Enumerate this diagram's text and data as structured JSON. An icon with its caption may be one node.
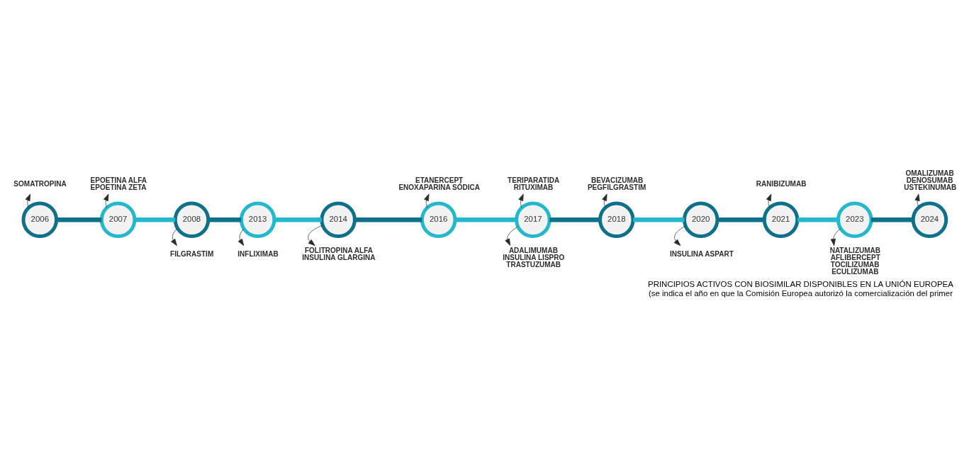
{
  "diagram": {
    "title": "PRINCIPIOS ACTIVOS CON BIOSIMILAR DISPONIBLES EN LA UNIÓN EUROPEA",
    "caption": "(se indica el año en que la Comisión Europea autorizó la comercialización del primer",
    "nodes": [
      {
        "text": [
          "2006"
        ]
      },
      {
        "text": [
          "SOMATROPINA"
        ]
      },
      {
        "text": [
          "2007"
        ]
      },
      {
        "text": [
          "EPOETINA ALFA",
          "EPOETINA ZETA"
        ]
      },
      {
        "text": [
          "2008"
        ]
      },
      {
        "text": [
          "FILGRASTIM"
        ]
      },
      {
        "text": [
          "2013"
        ]
      },
      {
        "text": [
          "INFLIXIMAB"
        ]
      },
      {
        "text": [
          "2014"
        ]
      },
      {
        "text": [
          "FOLITROPINA ALFA",
          "INSULINA GLARGINA"
        ]
      },
      {
        "text": [
          "2016"
        ]
      },
      {
        "text": [
          "ETANERCEPT",
          "ENOXAPARINA SÓDICA"
        ]
      },
      {
        "text": [
          "2017"
        ]
      },
      {
        "text": [
          "TERIPARATIDA",
          "RITUXIMAB"
        ]
      },
      {
        "text": [
          "ADALIMUMAB",
          "INSULINA LISPRO",
          "TRASTUZUMAB"
        ]
      },
      {
        "text": [
          "2018"
        ]
      },
      {
        "text": [
          "BEVACIZUMAB",
          "PEGFILGRASTIM"
        ]
      },
      {
        "text": [
          "2020"
        ]
      },
      {
        "text": [
          "INSULINA ASPART"
        ]
      },
      {
        "text": [
          "2021"
        ]
      },
      {
        "text": [
          "RANIBIZUMAB"
        ]
      },
      {
        "text": [
          "2023"
        ]
      },
      {
        "text": [
          "NATALIZUMAB",
          "AFLIBERCEPT",
          "TOCILIZUMAB",
          "ECULIZUMAB"
        ]
      },
      {
        "text": [
          "2024"
        ]
      },
      {
        "text": [
          "OMALIZUMAB",
          "DENOSUMAB",
          "USTEKINUMAB"
        ]
      }
    ],
    "edges": [
      {
        "from": 0,
        "to": 2,
        "arrow": "none",
        "style": "thick",
        "color": "#0e7089"
      },
      {
        "from": 2,
        "to": 4,
        "arrow": "none",
        "style": "thick",
        "color": "#23b8cc"
      },
      {
        "from": 4,
        "to": 6,
        "arrow": "none",
        "style": "thick",
        "color": "#0e7089"
      },
      {
        "from": 6,
        "to": 8,
        "arrow": "none",
        "style": "thick",
        "color": "#23b8cc"
      },
      {
        "from": 8,
        "to": 10,
        "arrow": "none",
        "style": "thick",
        "color": "#0e7089"
      },
      {
        "from": 10,
        "to": 12,
        "arrow": "none",
        "style": "thick",
        "color": "#23b8cc"
      },
      {
        "from": 12,
        "to": 15,
        "arrow": "none",
        "style": "thick",
        "color": "#0e7089"
      },
      {
        "from": 15,
        "to": 17,
        "arrow": "none",
        "style": "thick",
        "color": "#23b8cc"
      },
      {
        "from": 17,
        "to": 19,
        "arrow": "none",
        "style": "thick",
        "color": "#0e7089"
      },
      {
        "from": 19,
        "to": 21,
        "arrow": "none",
        "style": "thick",
        "color": "#23b8cc"
      },
      {
        "from": 21,
        "to": 23,
        "arrow": "none",
        "style": "thick",
        "color": "#0e7089"
      },
      {
        "from": 0,
        "to": 1,
        "arrow": "to"
      },
      {
        "from": 2,
        "to": 3,
        "arrow": "to"
      },
      {
        "from": 4,
        "to": 5,
        "arrow": "to"
      },
      {
        "from": 6,
        "to": 7,
        "arrow": "to"
      },
      {
        "from": 8,
        "to": 9,
        "arrow": "to"
      },
      {
        "from": 10,
        "to": 11,
        "arrow": "to"
      },
      {
        "from": 12,
        "to": 13,
        "arrow": "to"
      },
      {
        "from": 12,
        "to": 14,
        "arrow": "to"
      },
      {
        "from": 15,
        "to": 16,
        "arrow": "to"
      },
      {
        "from": 17,
        "to": 18,
        "arrow": "to"
      },
      {
        "from": 19,
        "to": 20,
        "arrow": "to"
      },
      {
        "from": 21,
        "to": 22,
        "arrow": "to"
      },
      {
        "from": 23,
        "to": 24,
        "arrow": "to"
      }
    ]
  }
}
